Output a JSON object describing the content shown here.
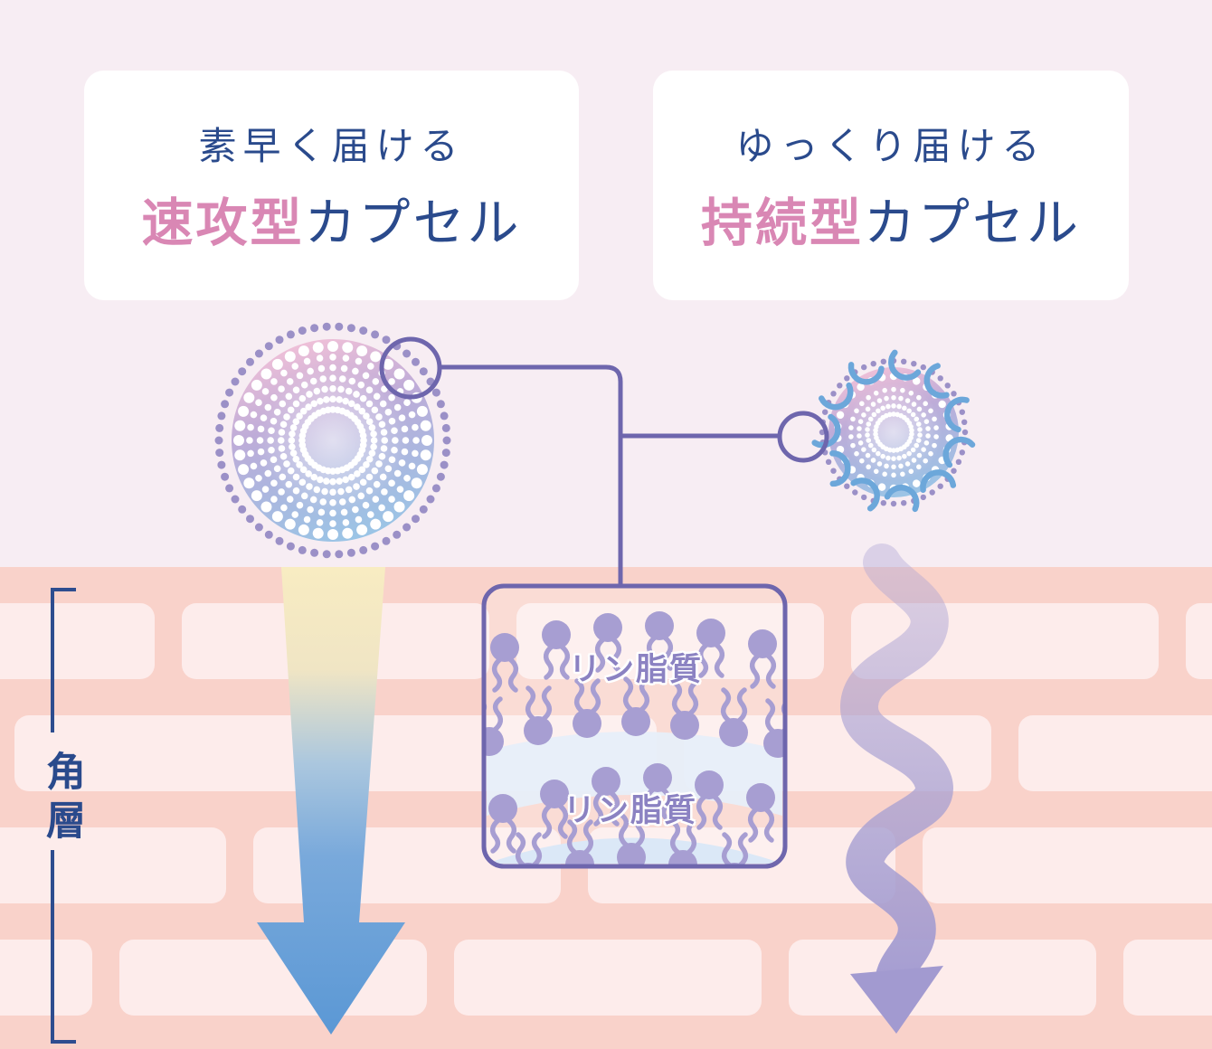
{
  "cards": {
    "left": {
      "line1": "素早く届ける",
      "highlight": "速攻型",
      "suffix": "カプセル"
    },
    "right": {
      "line1": "ゆっくり届ける",
      "highlight": "持続型",
      "suffix": "カプセル"
    }
  },
  "skin": {
    "layer_label": "角層"
  },
  "inset": {
    "upper_label": "リン脂質",
    "lower_label": "リン脂質"
  },
  "colors": {
    "background": "#f7edf3",
    "card_background": "#ffffff",
    "headline_navy": "#2a4a8c",
    "highlight_pink": "#d987b4",
    "connector_purple": "#6e66ad",
    "lipid_purple": "#a79ed2",
    "lipid_label_purple": "#8b82c2",
    "capsule_dot_purple": "#9b90c7",
    "hook_blue": "#6ca7da",
    "fast_arrow_top_yellow": "#f8ecc2",
    "fast_arrow_bottom_blue": "#5b98d5",
    "slow_arrow_purple": "#a29ad0",
    "skin_mortar": "#f9d2ca",
    "skin_brick": "#fdeceb"
  }
}
